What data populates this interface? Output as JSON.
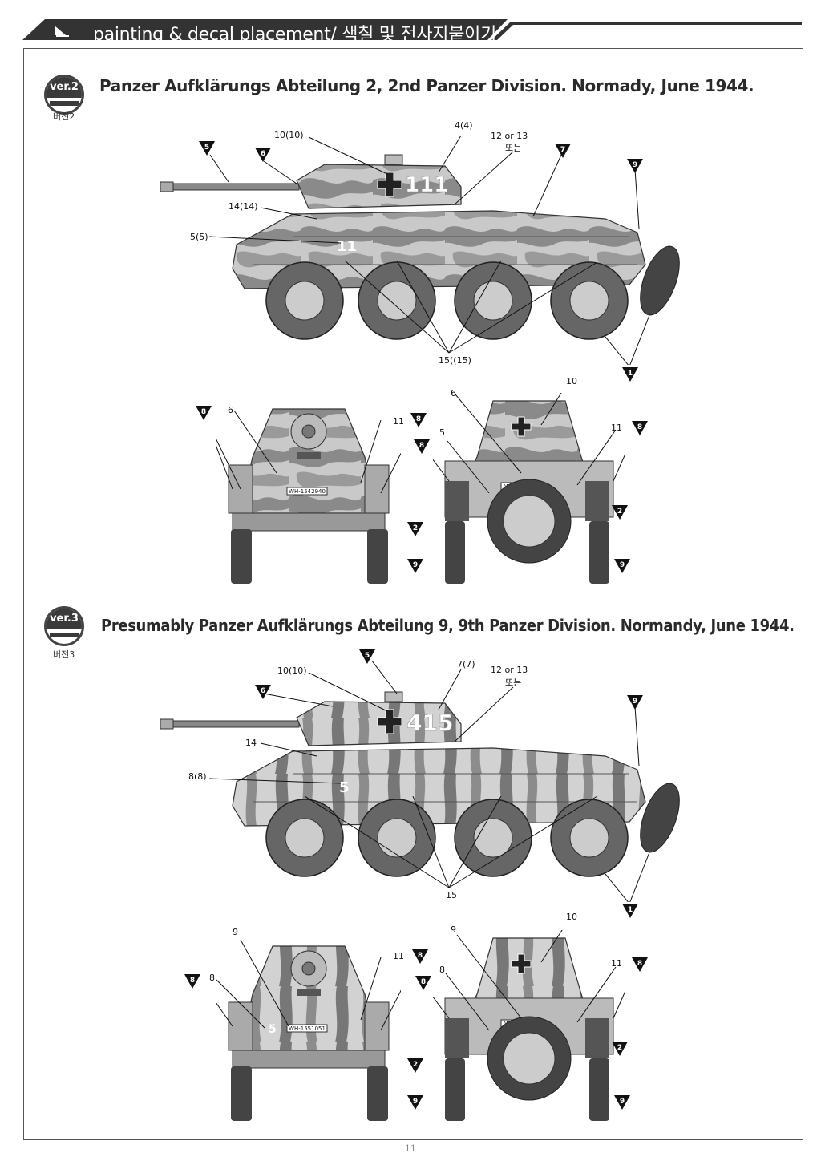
{
  "header": {
    "title": "painting & decal placement/ 색칠 및 전사지붙이기"
  },
  "versions": [
    {
      "badge": "ver.2",
      "badge_sub": "버전2",
      "title": "Panzer Aufklärungs Abteilung 2, 2nd Panzer Division. Normady, June 1944.",
      "side_labels": [
        "10(10)",
        "4(4)",
        "12  or  13",
        "또는",
        "14(14)",
        "5(5)",
        "15((15)"
      ],
      "side_markers": [
        "5",
        "6",
        "7",
        "9",
        "1"
      ],
      "turret_number": "111",
      "hull_number": "11",
      "rear_labels": [
        "6",
        "11"
      ],
      "rear_markers": [
        "8",
        "8"
      ],
      "plate": "WH-1542940",
      "front_labels": [
        "10",
        "6",
        "5",
        "11"
      ],
      "front_markers": [
        "8",
        "8",
        "2",
        "2",
        "9",
        "9"
      ]
    },
    {
      "badge": "ver.3",
      "badge_sub": "버전3",
      "title": "Presumably Panzer Aufklärungs Abteilung 9, 9th Panzer Division. Normandy, June 1944.",
      "side_labels": [
        "10(10)",
        "7(7)",
        "12  or  13",
        "또는",
        "14",
        "8(8)",
        "15"
      ],
      "side_markers": [
        "5",
        "6",
        "9",
        "1"
      ],
      "turret_number": "415",
      "hull_number": "5",
      "rear_labels": [
        "9",
        "8",
        "11"
      ],
      "rear_markers": [
        "8",
        "8"
      ],
      "plate": "WH-1551051",
      "front_labels": [
        "10",
        "9",
        "8",
        "11"
      ],
      "front_markers": [
        "8",
        "8",
        "2",
        "2",
        "9",
        "9"
      ]
    }
  ],
  "page_number": "11"
}
